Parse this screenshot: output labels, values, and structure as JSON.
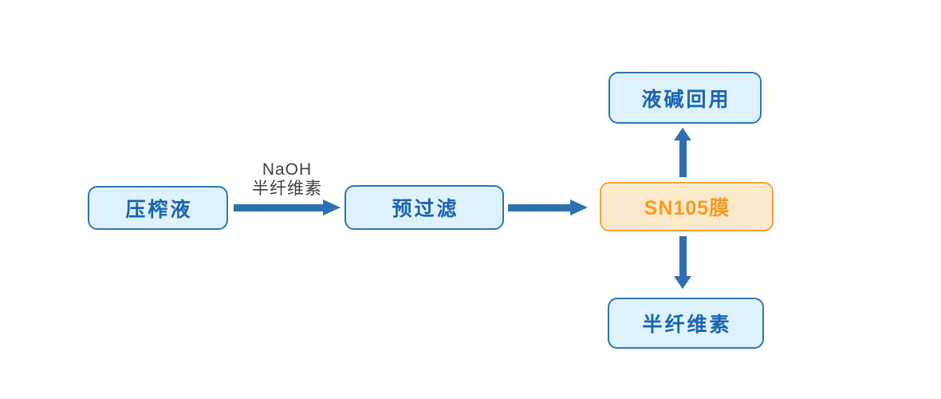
{
  "diagram": {
    "title": "SN105 membrane hemicellulose recovery process flow",
    "nodes": {
      "press_liquid": {
        "label": "压榨液"
      },
      "prefilter": {
        "label": "预过滤"
      },
      "membrane": {
        "label": "SN105膜"
      },
      "alkali_reuse": {
        "label": "液碱回用"
      },
      "hemicellulose": {
        "label": "半纤维素"
      }
    },
    "edges": {
      "press_to_prefilter": {
        "label_line1": "NaOH",
        "label_line2": "半纤维素"
      },
      "prefilter_to_membrane": {
        "label_line1": "",
        "label_line2": ""
      },
      "membrane_to_alkali": {
        "direction": "up"
      },
      "membrane_to_hemicellulose": {
        "direction": "down"
      }
    },
    "colors": {
      "node_fill": "#def2fb",
      "node_border": "#2e75b6",
      "node_text": "#1b63b0",
      "highlight_fill": "#fbe9cc",
      "highlight_border": "#f2a23d",
      "highlight_text": "#f59b22",
      "arrow": "#2e6fb0",
      "edge_label_text": "#404040",
      "background": "#ffffff"
    }
  }
}
